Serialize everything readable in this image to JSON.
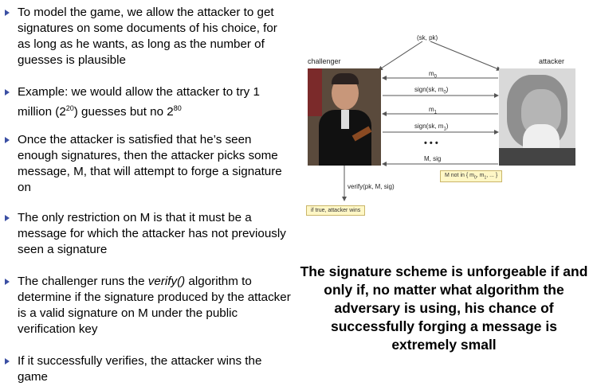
{
  "bullets": [
    {
      "segments": [
        "To model the game, we allow the attacker to get signatures on some documents of his choice, for as long as he wants, as long as the number of guesses is plausible"
      ]
    },
    {
      "segments": [
        "Example: we would allow the attacker to try 1 million (2",
        "20",
        ") guesses but no 2",
        "80"
      ]
    },
    {
      "segments": [
        "Once the attacker is satisfied that he’s seen enough signatures, then the attacker picks some message, M, that will attempt to forge a signature on"
      ]
    },
    {
      "segments": [
        "The only restriction on M is that it must be a message for which the attacker has not previously seen a signature"
      ]
    },
    {
      "segments": [
        "The challenger runs the ",
        "verify()",
        " algorithm to determine if the signature produced by the attacker is a valid signature on M under the public verification key"
      ]
    },
    {
      "segments": [
        "If it successfully verifies, the attacker wins the game"
      ]
    }
  ],
  "diagram": {
    "keypair": "(sk, pk)",
    "challenger_label": "challenger",
    "attacker_label": "attacker",
    "messages": [
      "m0",
      "sign(sk, m0)",
      "m1",
      "sign(sk, m1)",
      "• • •",
      "M, sig"
    ],
    "constraint": "M not in { m0, m1, ... }",
    "verify_label": "verify(pk, M, sig)",
    "result": "if true, attacker wins"
  },
  "summary": "The signature scheme is unforgeable if and only if, no matter what algorithm the adversary is using, his chance of successfully forging a message is extremely small",
  "colors": {
    "bullet_marker": "#3b4fa3",
    "box_fill": "#fff7c6",
    "box_border": "#c9b56a"
  }
}
